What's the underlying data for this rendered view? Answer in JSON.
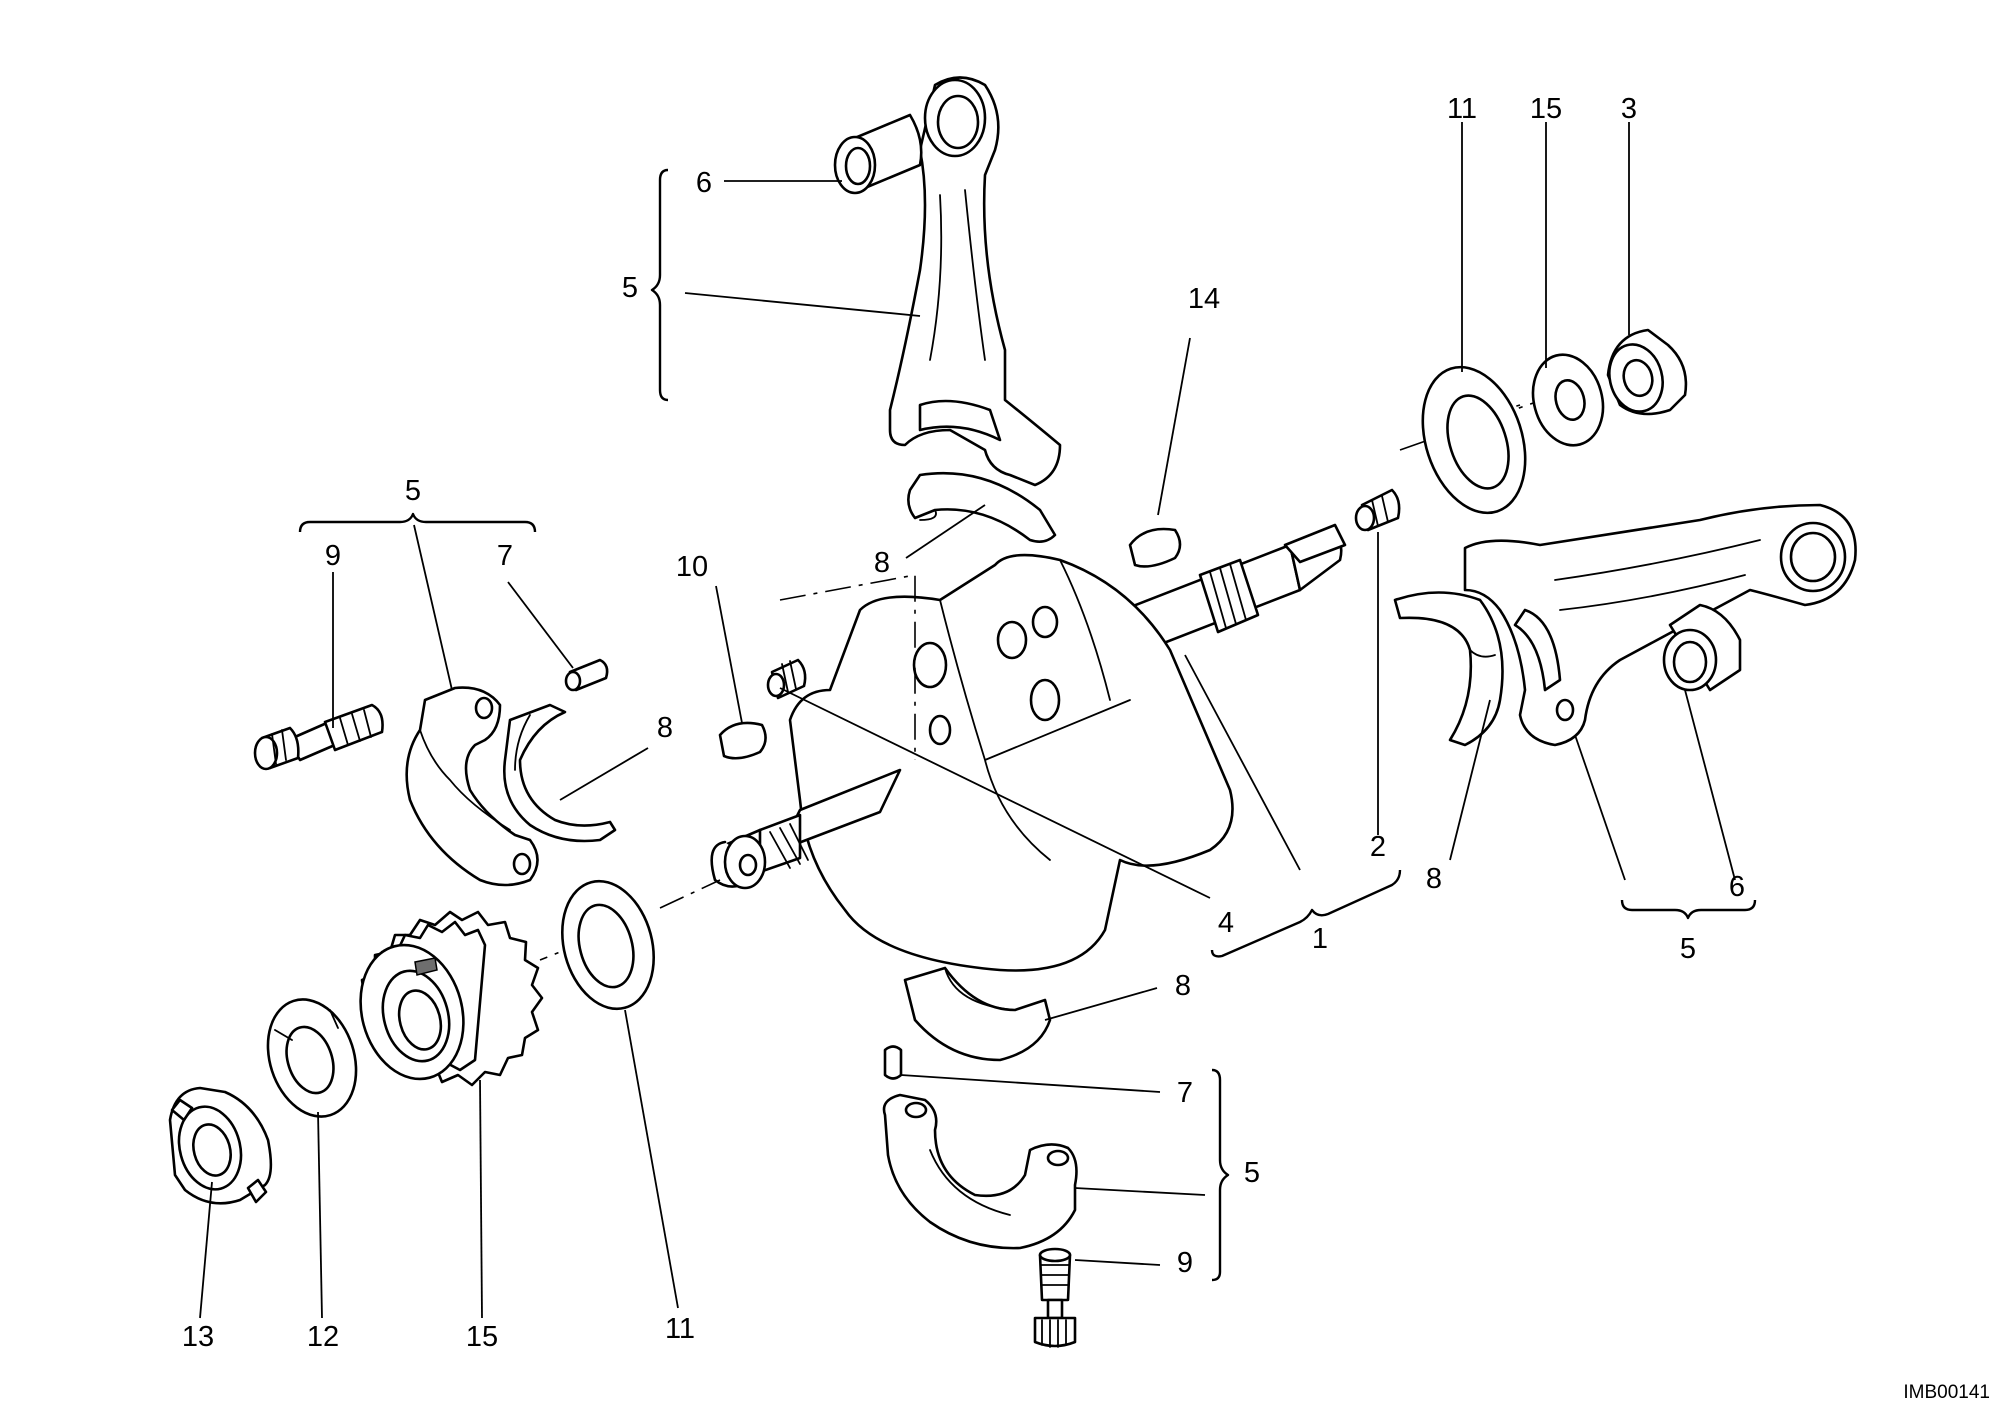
{
  "diagram": {
    "reference_code": "IMB00141",
    "callouts": [
      {
        "id": "c-11-top",
        "label": "11"
      },
      {
        "id": "c-15-top",
        "label": "15"
      },
      {
        "id": "c-3",
        "label": "3"
      },
      {
        "id": "c-6-top",
        "label": "6"
      },
      {
        "id": "c-5-top",
        "label": "5"
      },
      {
        "id": "c-14",
        "label": "14"
      },
      {
        "id": "c-5-left",
        "label": "5"
      },
      {
        "id": "c-9-left",
        "label": "9"
      },
      {
        "id": "c-7-left",
        "label": "7"
      },
      {
        "id": "c-10",
        "label": "10"
      },
      {
        "id": "c-8-top",
        "label": "8"
      },
      {
        "id": "c-8-left",
        "label": "8"
      },
      {
        "id": "c-2",
        "label": "2"
      },
      {
        "id": "c-8-right",
        "label": "8"
      },
      {
        "id": "c-6-right",
        "label": "6"
      },
      {
        "id": "c-4",
        "label": "4"
      },
      {
        "id": "c-1",
        "label": "1"
      },
      {
        "id": "c-5-right",
        "label": "5"
      },
      {
        "id": "c-8-bottom",
        "label": "8"
      },
      {
        "id": "c-7-bottom",
        "label": "7"
      },
      {
        "id": "c-5-bottom",
        "label": "5"
      },
      {
        "id": "c-9-bottom",
        "label": "9"
      },
      {
        "id": "c-13",
        "label": "13"
      },
      {
        "id": "c-12",
        "label": "12"
      },
      {
        "id": "c-15-bottom",
        "label": "15"
      },
      {
        "id": "c-11-bottom",
        "label": "11"
      }
    ]
  }
}
